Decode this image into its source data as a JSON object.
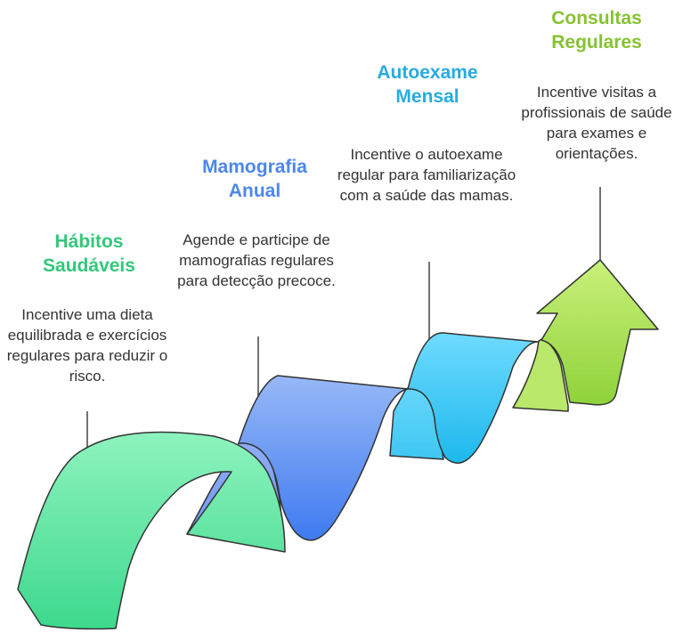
{
  "steps": [
    {
      "title": "Hábitos Saudáveis",
      "description": "Incentive uma dieta equilibrada e exercícios regulares para reduzir o risco.",
      "color": "#34C77B"
    },
    {
      "title": "Mamografia Anual",
      "description": "Agende e participe de mamografias regulares para detecção precoce.",
      "color": "#4D87EA"
    },
    {
      "title": "Autoexame Mensal",
      "description": "Incentive o autoexame regular para familiarização com a saúde das mamas.",
      "color": "#27ACDE"
    },
    {
      "title": "Consultas Regulares",
      "description": "Incentive visitas a profissionais de saúde para exames e orientações.",
      "color": "#86C232"
    }
  ],
  "icons": {
    "arrow": "arrow-head-icon"
  }
}
